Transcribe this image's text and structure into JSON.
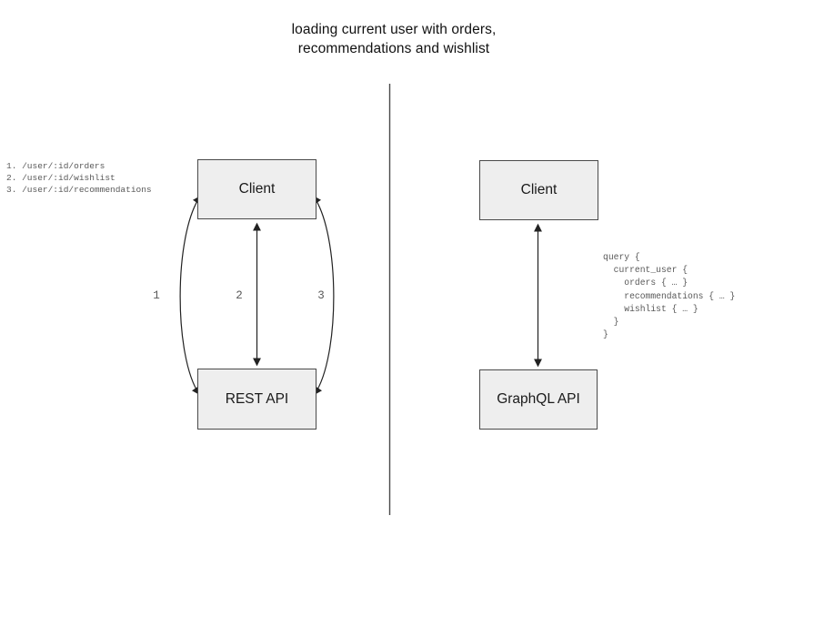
{
  "title": {
    "line1": "loading current user with orders,",
    "line2": "recommendations and wishlist"
  },
  "left": {
    "client_label": "Client",
    "api_label": "REST API",
    "endpoints": [
      "1. /user/:id/orders",
      "2. /user/:id/wishlist",
      "3. /user/:id/recommendations"
    ],
    "arrow_labels": [
      "1",
      "2",
      "3"
    ]
  },
  "right": {
    "client_label": "Client",
    "api_label": "GraphQL API",
    "query_lines": [
      "query {",
      "  current_user {",
      "    orders { … }",
      "    recommendations { … }",
      "    wishlist { … }",
      "  }",
      "}"
    ]
  },
  "colors": {
    "box_fill": "#eeeeee",
    "box_border": "#4a4a4a",
    "arrow": "#222222",
    "divider": "#4a4a4a",
    "muted_text": "#595959",
    "title_text": "#111111"
  }
}
